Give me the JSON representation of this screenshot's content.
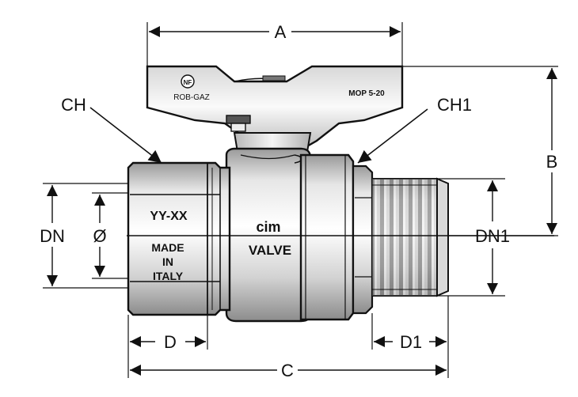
{
  "dimensions": {
    "a": "A",
    "b": "B",
    "c": "C",
    "d": "D",
    "d1": "D1",
    "dn": "DN",
    "dn1": "DN1",
    "diameter": "Ø",
    "ch": "CH",
    "ch1": "CH1"
  },
  "handle": {
    "brand": "ROB-GAZ",
    "logo": "NF",
    "pressure": "MOP 5-20"
  },
  "hex_nut": {
    "code": "YY-XX",
    "origin_line1": "MADE",
    "origin_line2": "IN",
    "origin_line3": "ITALY"
  },
  "body": {
    "maker": "cim",
    "product": "VALVE"
  },
  "colors": {
    "line": "#111111",
    "metal_light": "#f2f2f2",
    "metal_mid": "#c8c8c8",
    "metal_dark": "#8a8a8a"
  }
}
